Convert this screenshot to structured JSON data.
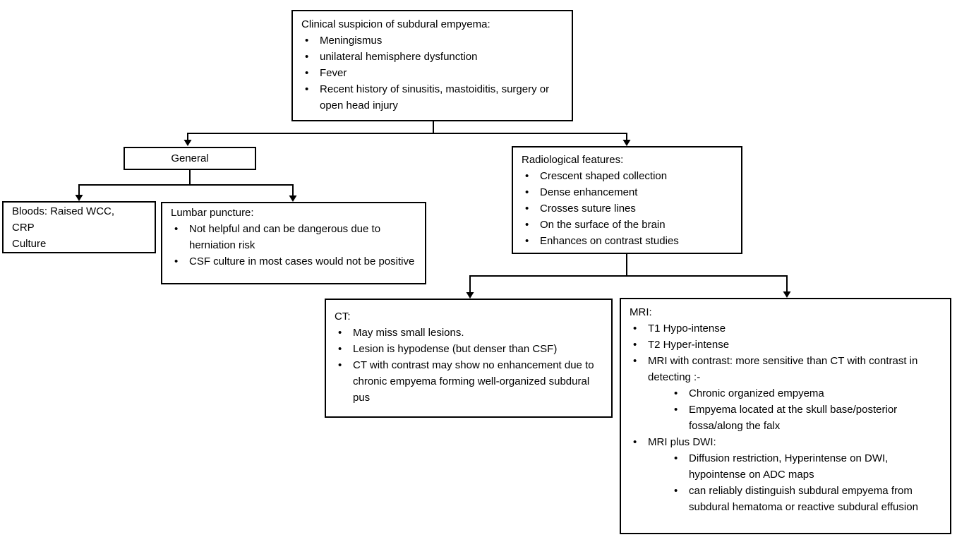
{
  "diagram": {
    "bullet_glyph": "•",
    "colors": {
      "background": "#ffffff",
      "box_border": "#000000",
      "text": "#000000",
      "connector": "#000000"
    },
    "boxes": {
      "root": {
        "title": "Clinical suspicion of subdural empyema:",
        "bullets": [
          "Meningismus",
          "unilateral hemisphere dysfunction",
          "Fever",
          "Recent history of sinusitis, mastoiditis, surgery or open head injury"
        ]
      },
      "general": {
        "label": "General"
      },
      "bloods": {
        "lines": [
          "Bloods: Raised WCC,",
          "CRP",
          "Culture"
        ]
      },
      "lumbar_puncture": {
        "title": "Lumbar puncture:",
        "bullets": [
          "Not helpful and can be dangerous due to herniation risk",
          "CSF culture in most cases would not be positive"
        ]
      },
      "radiological": {
        "title": "Radiological features:",
        "bullets": [
          "Crescent shaped collection",
          "Dense enhancement",
          "Crosses suture lines",
          "On the surface of the brain",
          "Enhances on contrast studies"
        ]
      },
      "ct": {
        "title": "CT:",
        "bullets": [
          "May miss small lesions.",
          "Lesion is hypodense (but denser than CSF)",
          "CT with contrast may show no enhancement due to chronic empyema forming well-organized subdural pus"
        ]
      },
      "mri": {
        "title": "MRI:",
        "items": [
          {
            "text": "T1 Hypo-intense",
            "level": 1
          },
          {
            "text": "T2 Hyper-intense",
            "level": 1
          },
          {
            "text": "MRI with contrast: more sensitive than CT with contrast in detecting :-",
            "level": 1
          },
          {
            "text": "Chronic organized empyema",
            "level": 2
          },
          {
            "text": "Empyema located at the skull base/posterior fossa/along the falx",
            "level": 2
          },
          {
            "text": "MRI plus DWI:",
            "level": 1
          },
          {
            "text": "Diffusion restriction, Hyperintense on DWI, hypointense on ADC maps",
            "level": 2
          },
          {
            "text": "can reliably distinguish subdural empyema from subdural hematoma or reactive subdural effusion",
            "level": 2
          }
        ]
      }
    }
  }
}
